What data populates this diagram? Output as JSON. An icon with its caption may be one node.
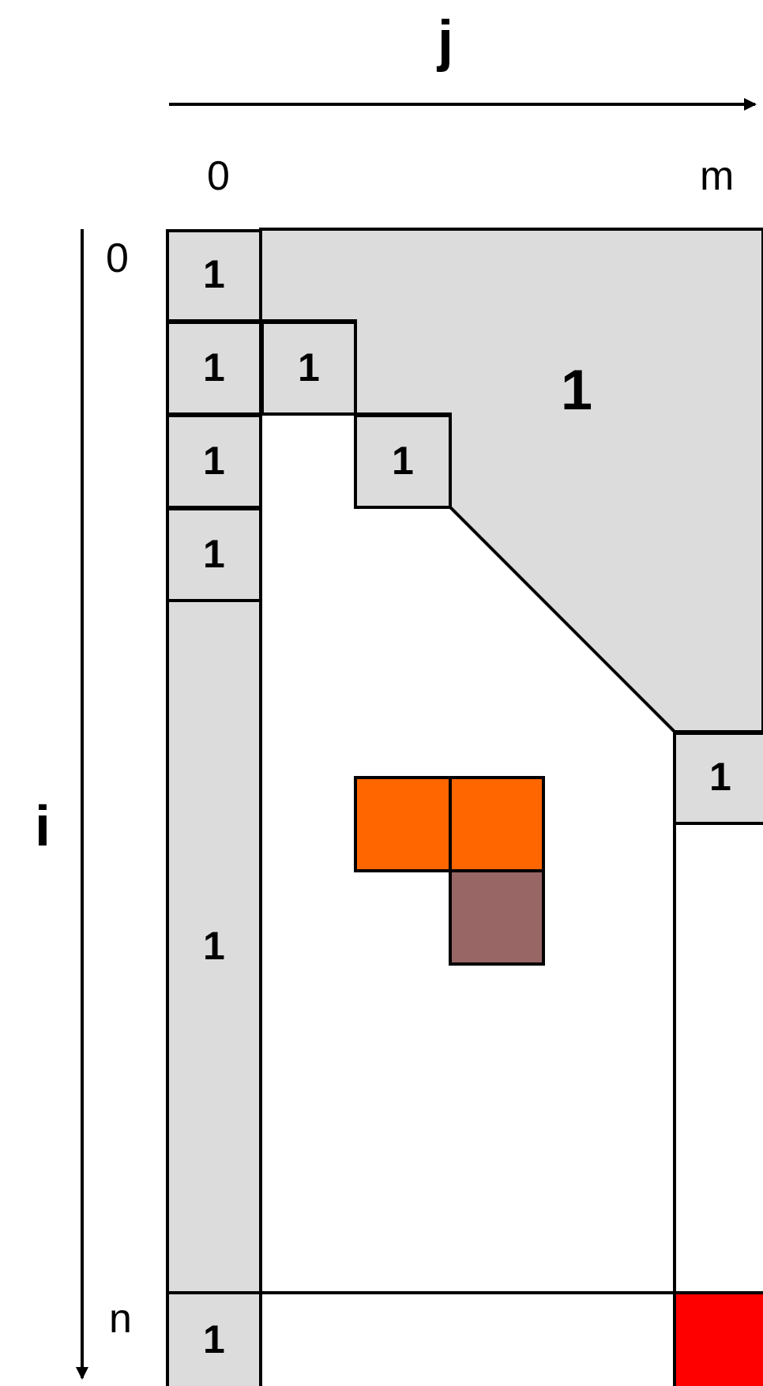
{
  "diagram": {
    "nodes": [
      {
        "text": [
          "1"
        ]
      },
      {
        "text": [
          "1"
        ]
      },
      {
        "text": [
          "1"
        ]
      },
      {
        "text": [
          "1"
        ]
      },
      {
        "text": [
          "1"
        ]
      },
      {
        "text": [
          "1"
        ]
      },
      {
        "text": [
          "1"
        ]
      },
      {
        "text": [
          "1"
        ]
      },
      {
        "text": [
          "1"
        ]
      },
      {
        "text": [],
        "shape": "box"
      },
      {
        "text": [],
        "shape": "box"
      },
      {
        "text": [],
        "shape": "box"
      },
      {
        "text": [
          "1"
        ]
      },
      {
        "text": [],
        "shape": "box"
      }
    ],
    "edges": [],
    "labels": [
      "j",
      "0",
      "m",
      "0",
      "i",
      "n"
    ]
  }
}
